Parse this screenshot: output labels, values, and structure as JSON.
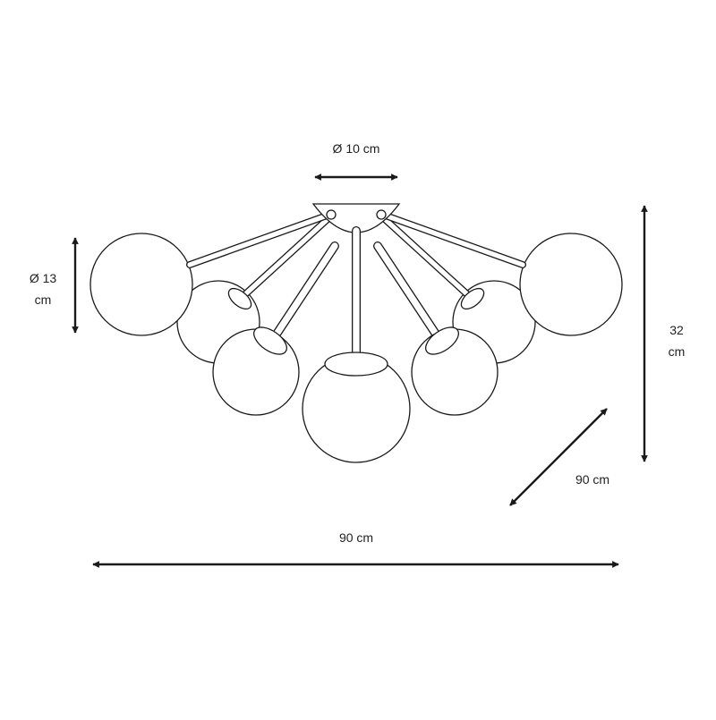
{
  "labels": {
    "canopy_diameter": "Ø 10 cm",
    "globe_diameter_line1": "Ø 13",
    "globe_diameter_line2": "cm",
    "height_line1": "32",
    "height_line2": "cm",
    "depth": "90 cm",
    "width": "90 cm"
  },
  "colors": {
    "stroke": "#1a1a1a",
    "text": "#222222",
    "background": "#ffffff"
  }
}
